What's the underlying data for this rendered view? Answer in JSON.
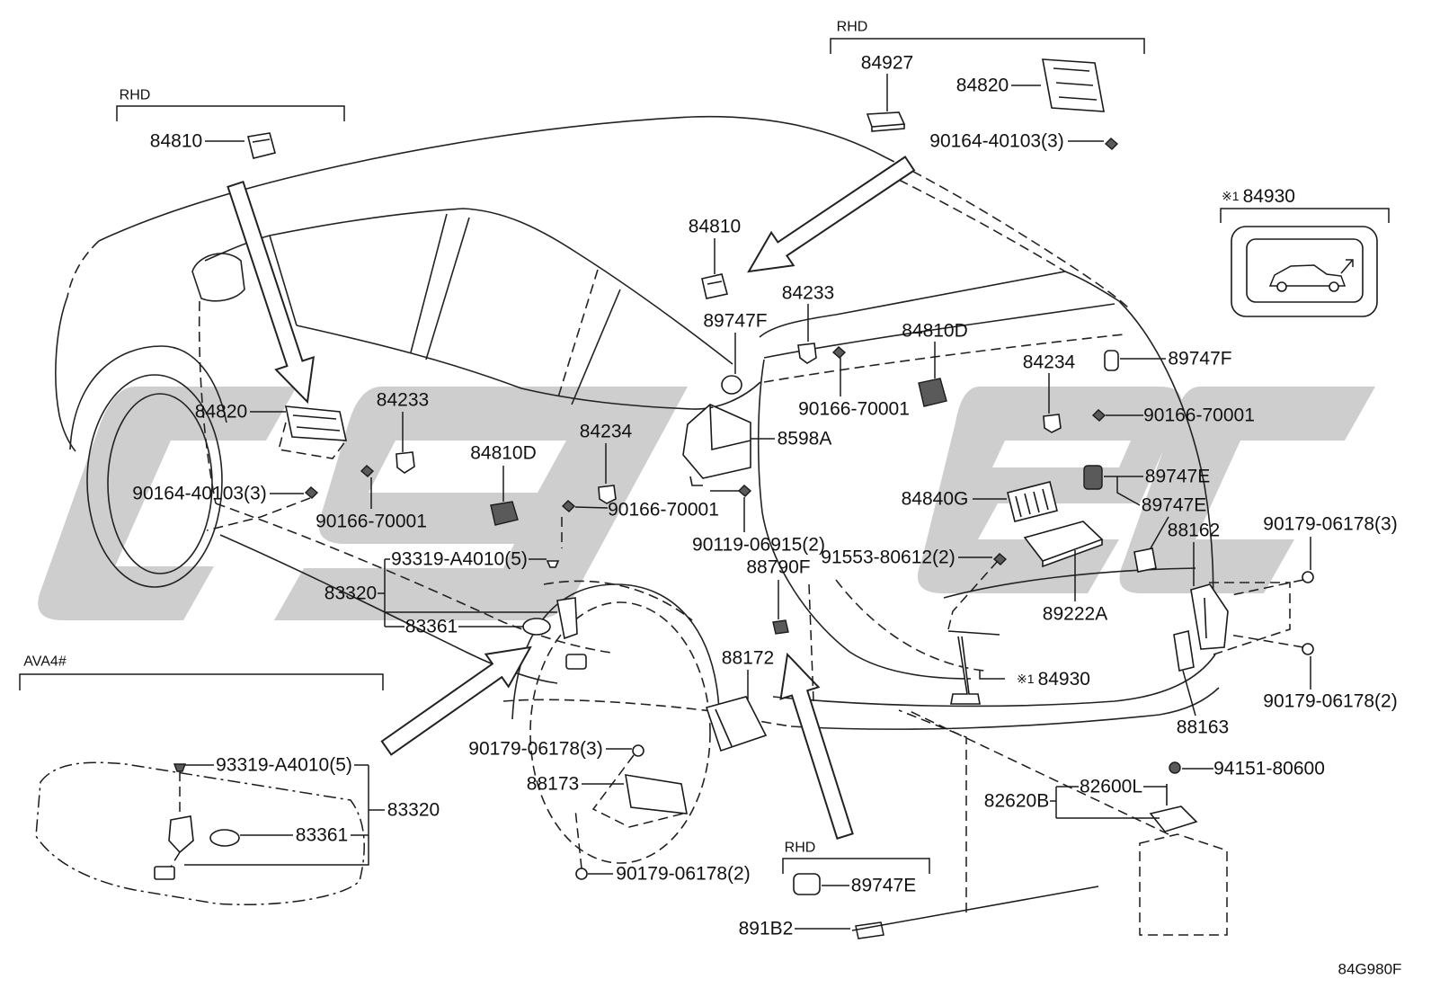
{
  "drawing_number": "84G980F",
  "insets": {
    "rhd_upper_left": {
      "heading": "RHD",
      "labels": [
        "84810"
      ]
    },
    "rhd_upper_right": {
      "heading": "RHD",
      "labels": [
        "84927",
        "84820",
        "90164-40103(3)"
      ]
    },
    "switch_84930": {
      "mark": "※1",
      "part": "84930"
    },
    "ava4": {
      "heading": "AVA4#",
      "labels": [
        "93319-A4010(5)",
        "83361",
        "83320"
      ]
    },
    "rhd_lower": {
      "heading": "RHD",
      "labels": [
        "89747E"
      ]
    }
  },
  "callout_note": {
    "mark": "※1",
    "part": "84930"
  },
  "callouts": [
    "84810",
    "84233",
    "89747F",
    "84810D",
    "84234",
    "89747F",
    "90166-70001",
    "90166-70001",
    "8598A",
    "89747E",
    "84840G",
    "89747E",
    "88162",
    "90179-06178(3)",
    "91553-80612(2)",
    "89222A",
    "90179-06178(2)",
    "88163",
    "94151-80600",
    "82600L",
    "82620B",
    "891B2",
    "84820",
    "84233",
    "90164-40103(3)",
    "90166-70001",
    "84810D",
    "84234",
    "90166-70001",
    "90119-06915(2)",
    "93319-A4010(5)",
    "88790F",
    "83320",
    "83361",
    "88172",
    "90179-06178(3)",
    "88173",
    "90179-06178(2)"
  ],
  "colors": {
    "line": "#1a1a1a",
    "watermark": "#c9c9c9",
    "background": "#ffffff"
  }
}
